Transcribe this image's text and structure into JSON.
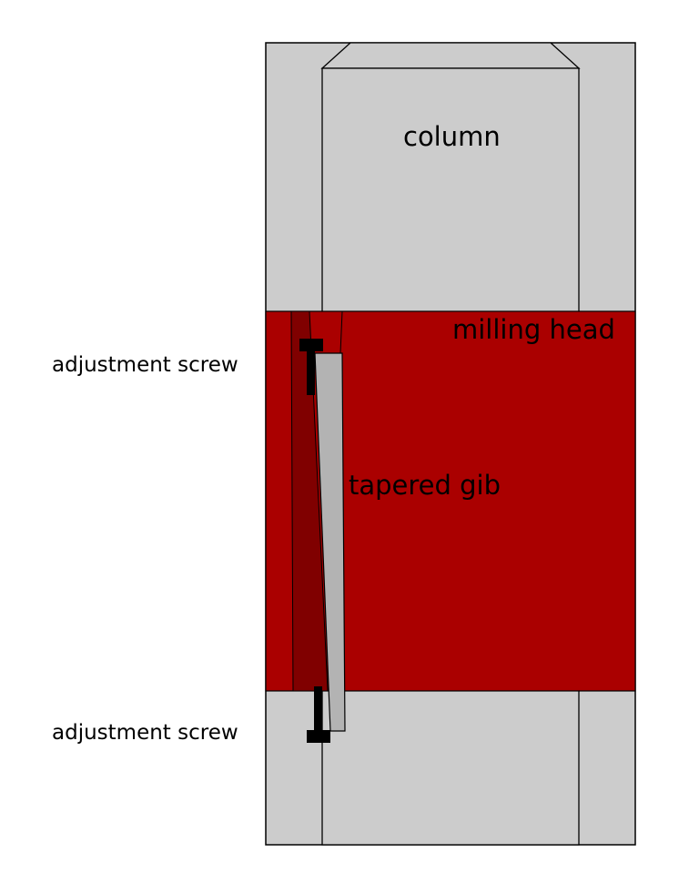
{
  "labels": {
    "column": "column",
    "milling_head": "milling head",
    "tapered_gib": "tapered gib",
    "adjustment_screw_top": "adjustment screw",
    "adjustment_screw_bottom": "adjustment screw"
  },
  "colors": {
    "background": "#ffffff",
    "column_fill": "#cccccc",
    "milling_head_fill": "#aa0000",
    "dovetail_fill": "#800000",
    "gib_fill": "#b3b3b3",
    "screw_fill": "#000000",
    "outline": "#000000"
  }
}
